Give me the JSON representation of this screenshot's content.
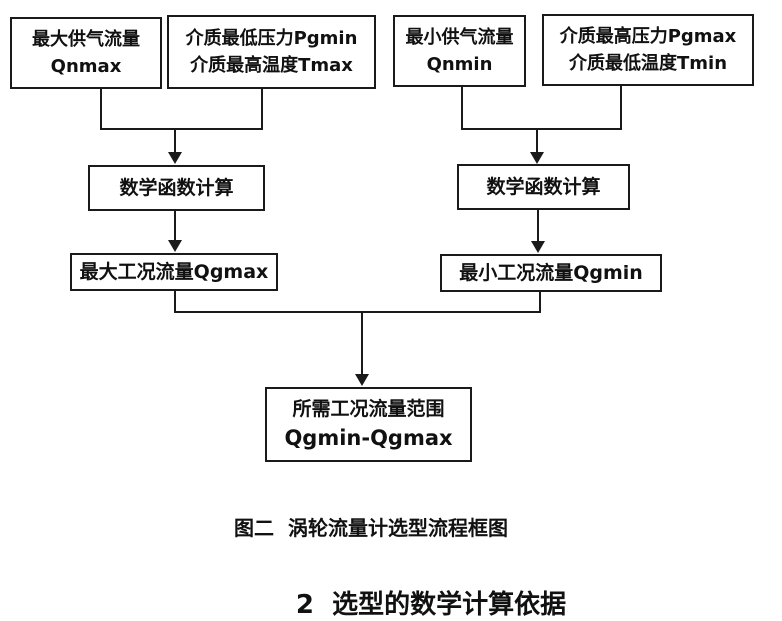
{
  "diagram": {
    "boxes": {
      "qnmax": {
        "line1": "最大供气流量",
        "line2": "Qnmax"
      },
      "pgmin_tmax": {
        "line1": "介质最低压力Pgmin",
        "line2": "介质最高温度Tmax"
      },
      "qnmin": {
        "line1": "最小供气流量",
        "line2": "Qnmin"
      },
      "pgmax_tmin": {
        "line1": "介质最高压力Pgmax",
        "line2": "介质最低温度Tmin"
      },
      "calc_left": "数学函数计算",
      "calc_right": "数学函数计算",
      "qgmax": "最大工况流量Qgmax",
      "qgmin": "最小工况流量Qgmin",
      "result_line1": "所需工况流量范围",
      "result_line2": "Qgmin-Qgmax"
    },
    "caption": "图二  涡轮流量计选型流程框图",
    "section_heading": "2  选型的数学计算依据",
    "colors": {
      "ink": "#1a1a1a",
      "background": "#ffffff"
    }
  }
}
